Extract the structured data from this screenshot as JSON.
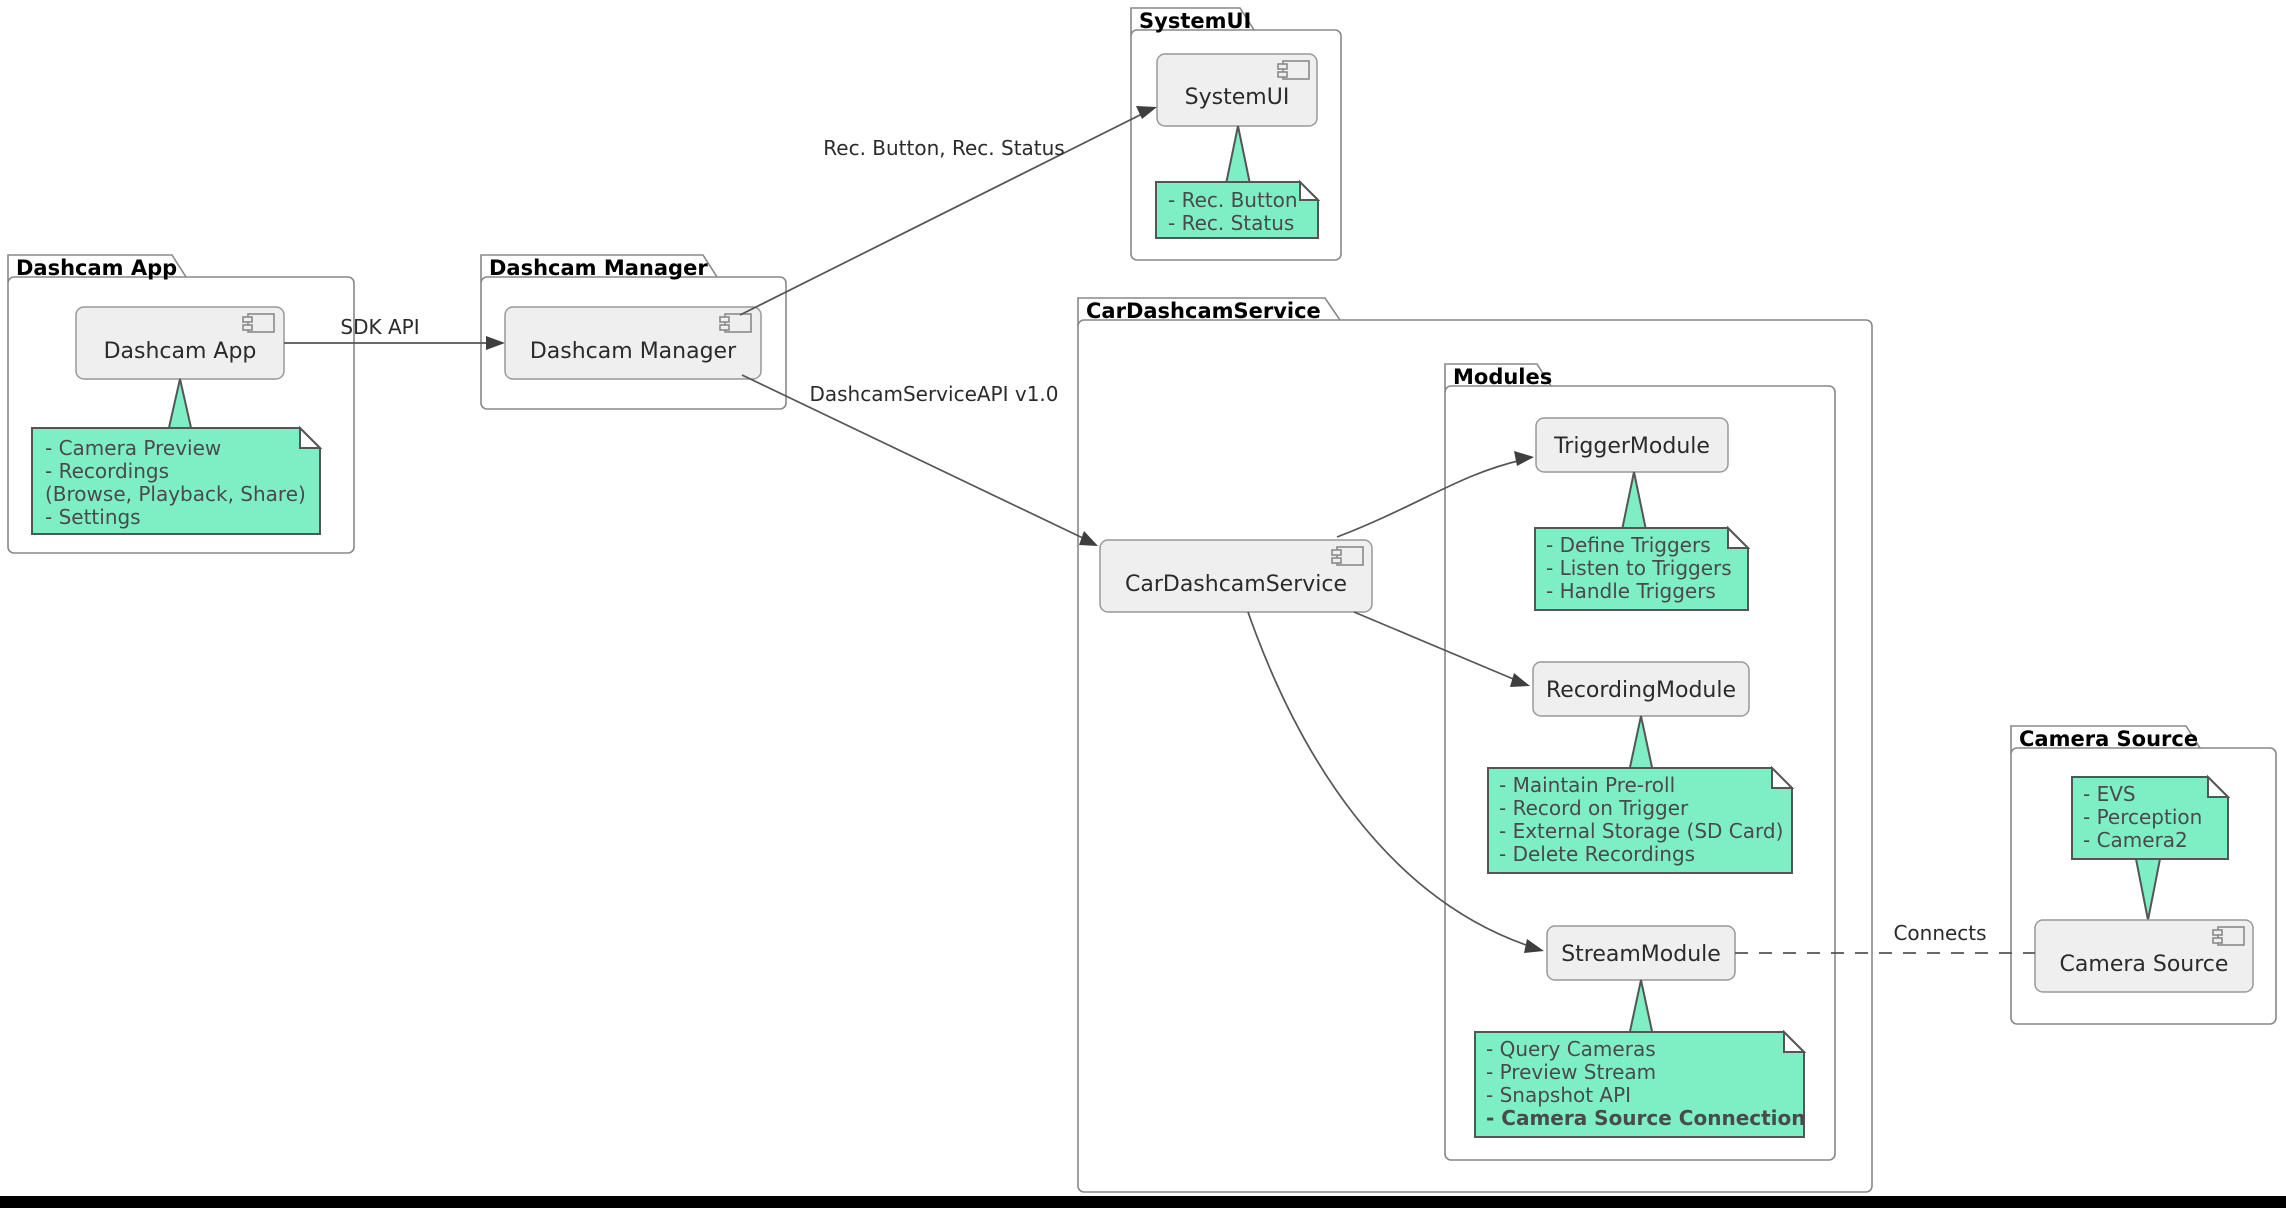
{
  "diagram": {
    "kind": "uml-component-diagram",
    "title_visible": false,
    "colors": {
      "note_fill": "#7EEFC4",
      "component_fill": "#EFEFEF",
      "package_stroke": "#888888",
      "note_stroke": "#555555",
      "text": "#2b2b2b",
      "note_text": "#4a4a4a",
      "edge": "#555555",
      "background": "#ffffff",
      "bottom_bar": "#000000"
    },
    "packages": [
      {
        "id": "dashcam-app-pkg",
        "label": "Dashcam App",
        "components": [
          {
            "id": "dashcam-app",
            "label": "Dashcam App",
            "has_component_icon": true
          }
        ],
        "notes": [
          {
            "id": "dashcam-app-note",
            "lines": [
              {
                "text": "- Camera Preview",
                "bold": false
              },
              {
                "text": "- Recordings",
                "bold": false
              },
              {
                "text": "  (Browse, Playback, Share)",
                "bold": false
              },
              {
                "text": "- Settings",
                "bold": false
              }
            ]
          }
        ]
      },
      {
        "id": "dashcam-manager-pkg",
        "label": "Dashcam Manager",
        "components": [
          {
            "id": "dashcam-manager",
            "label": "Dashcam Manager",
            "has_component_icon": true
          }
        ],
        "notes": []
      },
      {
        "id": "systemui-pkg",
        "label": "SystemUI",
        "components": [
          {
            "id": "systemui",
            "label": "SystemUI",
            "has_component_icon": true
          }
        ],
        "notes": [
          {
            "id": "systemui-note",
            "lines": [
              {
                "text": "- Rec. Button",
                "bold": false
              },
              {
                "text": "- Rec. Status",
                "bold": false
              }
            ]
          }
        ]
      },
      {
        "id": "cardashcamservice-pkg",
        "label": "CarDashcamService",
        "components": [
          {
            "id": "cardashcamservice",
            "label": "CarDashcamService",
            "has_component_icon": true
          }
        ],
        "notes": [],
        "subpackages": [
          {
            "id": "modules-pkg",
            "label": "Modules",
            "components": [
              {
                "id": "triggermodule",
                "label": "TriggerModule",
                "has_component_icon": false
              },
              {
                "id": "recordingmodule",
                "label": "RecordingModule",
                "has_component_icon": false
              },
              {
                "id": "streammodule",
                "label": "StreamModule",
                "has_component_icon": false
              }
            ],
            "notes": [
              {
                "id": "triggermodule-note",
                "lines": [
                  {
                    "text": "- Define Triggers",
                    "bold": false
                  },
                  {
                    "text": "- Listen to Triggers",
                    "bold": false
                  },
                  {
                    "text": "- Handle Triggers",
                    "bold": false
                  }
                ]
              },
              {
                "id": "recordingmodule-note",
                "lines": [
                  {
                    "text": "- Maintain Pre-roll",
                    "bold": false
                  },
                  {
                    "text": "- Record on Trigger",
                    "bold": false
                  },
                  {
                    "text": "- External Storage (SD Card)",
                    "bold": false
                  },
                  {
                    "text": "- Delete Recordings",
                    "bold": false
                  }
                ]
              },
              {
                "id": "streammodule-note",
                "lines": [
                  {
                    "text": "- Query Cameras",
                    "bold": false
                  },
                  {
                    "text": "- Preview Stream",
                    "bold": false
                  },
                  {
                    "text": "- Snapshot API",
                    "bold": false
                  },
                  {
                    "text": "- Camera Source Connection",
                    "bold": true
                  }
                ]
              }
            ]
          }
        ]
      },
      {
        "id": "camera-source-pkg",
        "label": "Camera Source",
        "components": [
          {
            "id": "camera-source",
            "label": "Camera Source",
            "has_component_icon": true
          }
        ],
        "notes": [
          {
            "id": "camera-source-note",
            "lines": [
              {
                "text": "- EVS",
                "bold": false
              },
              {
                "text": "- Perception",
                "bold": false
              },
              {
                "text": "- Camera2",
                "bold": false
              }
            ]
          }
        ]
      }
    ],
    "edges": [
      {
        "id": "edge-sdk-api",
        "from": "dashcam-app",
        "to": "dashcam-manager",
        "label": "SDK API",
        "style": "solid",
        "arrow": true
      },
      {
        "id": "edge-rec-button-status",
        "from": "dashcam-manager",
        "to": "systemui",
        "label": "Rec. Button, Rec. Status",
        "style": "solid",
        "arrow": true
      },
      {
        "id": "edge-dashcamserviceapi",
        "from": "dashcam-manager",
        "to": "cardashcamservice",
        "label": "DashcamServiceAPI v1.0",
        "style": "solid",
        "arrow": true
      },
      {
        "id": "edge-to-triggermodule",
        "from": "cardashcamservice",
        "to": "triggermodule",
        "label": "",
        "style": "solid",
        "arrow": true
      },
      {
        "id": "edge-to-recordingmodule",
        "from": "cardashcamservice",
        "to": "recordingmodule",
        "label": "",
        "style": "solid",
        "arrow": true
      },
      {
        "id": "edge-to-streammodule",
        "from": "cardashcamservice",
        "to": "streammodule",
        "label": "",
        "style": "solid",
        "arrow": true
      },
      {
        "id": "edge-connects",
        "from": "streammodule",
        "to": "camera-source",
        "label": "Connects",
        "style": "dashed",
        "arrow": false
      }
    ]
  }
}
